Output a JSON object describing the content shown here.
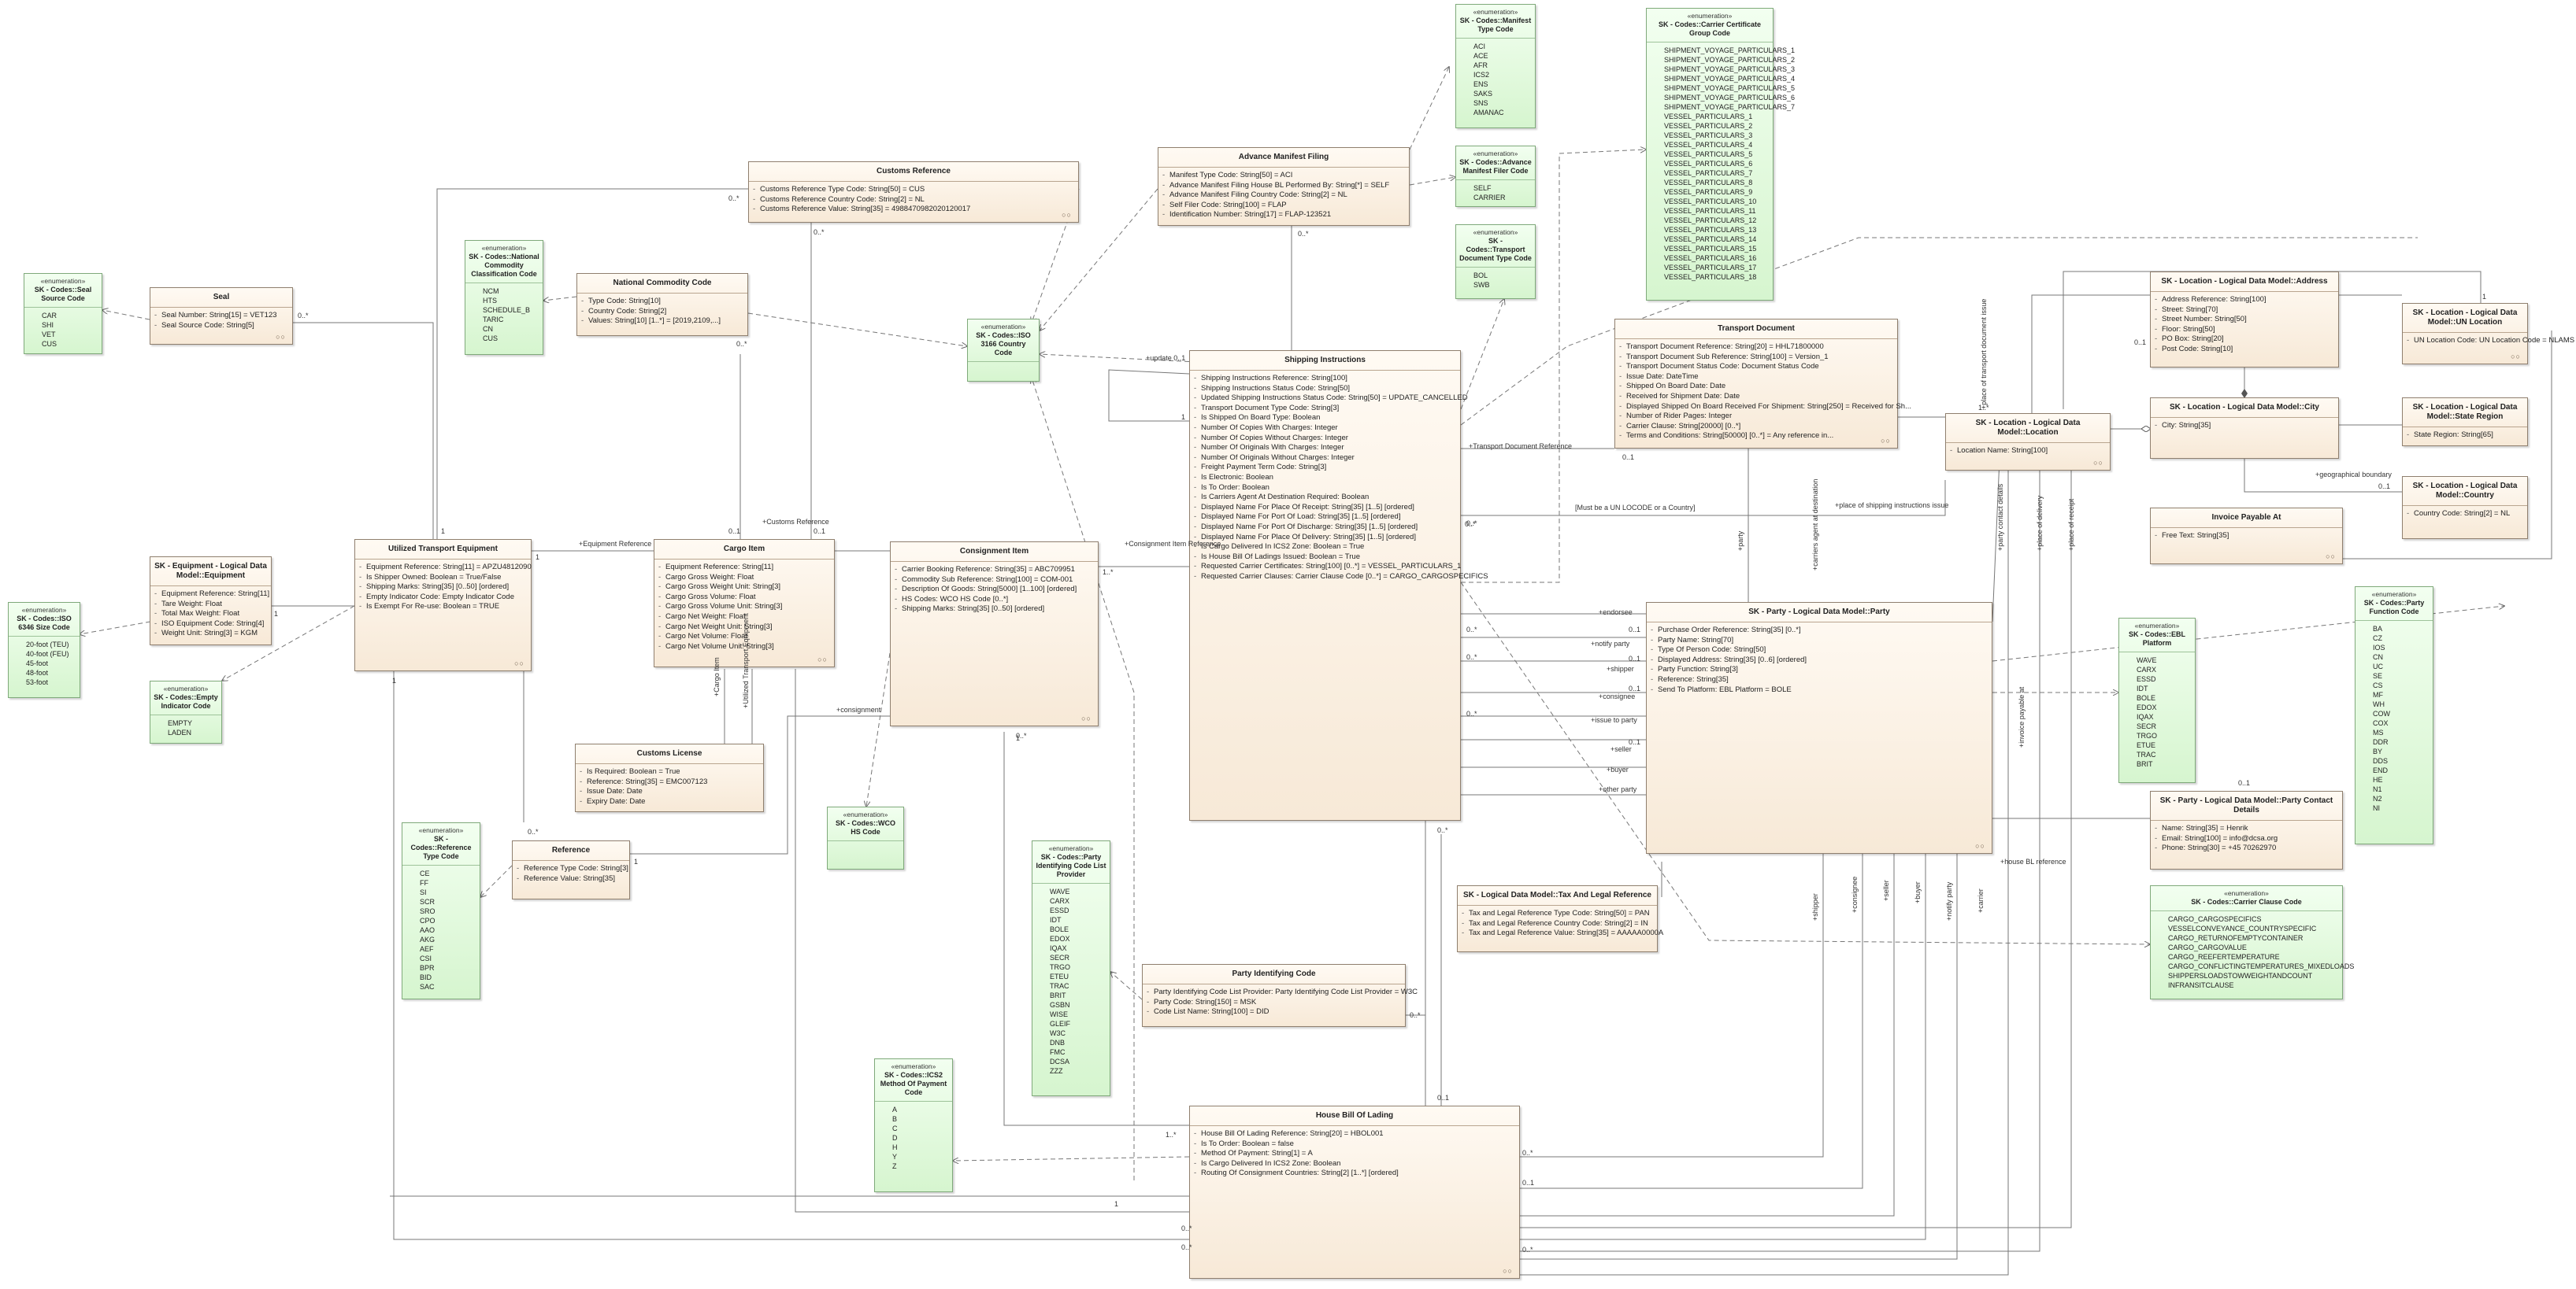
{
  "enumeration_stereotype": "«enumeration»",
  "class_footer": "○○",
  "classes": [
    {
      "id": "seal",
      "title": "Seal",
      "attrs": [
        "Seal Number: String[15] = VET123",
        "Seal Source Code: String[5]"
      ]
    },
    {
      "id": "customs_ref",
      "title": "Customs Reference",
      "attrs": [
        "Customs Reference Type Code: String[50] = CUS",
        "Customs Reference Country Code: String[2] = NL",
        "Customs Reference Value: String[35] = 4988470982020120017"
      ]
    },
    {
      "id": "adv_manifest",
      "title": "Advance Manifest Filing",
      "attrs": [
        "Manifest Type Code: String[50] = ACI",
        "Advance Manifest Filing House BL Performed By: String[*] = SELF",
        "Advance Manifest Filing Country Code: String[2] = NL",
        "Self Filer Code: String[100] = FLAP",
        "Identification Number: String[17] = FLAP-123521"
      ]
    },
    {
      "id": "national_commodity",
      "title": "National Commodity Code",
      "attrs": [
        "Type Code: String[10]",
        "Country Code: String[2]",
        "Values: String[10] [1..*] = [2019,2109,...]"
      ]
    },
    {
      "id": "equipment",
      "title": "SK - Equipment - Logical Data Model::Equipment",
      "attrs": [
        "Equipment Reference: String[11]",
        "Tare Weight: Float",
        "Total Max Weight: Float",
        "ISO Equipment Code: String[4]",
        "Weight Unit: String[3] = KGM"
      ]
    },
    {
      "id": "ute",
      "title": "Utilized Transport Equipment",
      "attrs": [
        "Equipment Reference: String[11] = APZU4812090",
        "Is Shipper Owned: Boolean = True/False",
        "Shipping Marks: String[35] [0..50] [ordered]",
        "Empty Indicator Code: Empty Indicator Code",
        "Is Exempt For Re-use: Boolean = TRUE"
      ]
    },
    {
      "id": "cargo_item",
      "title": "Cargo Item",
      "attrs": [
        "Equipment Reference: String[11]",
        "Cargo Gross Weight: Float",
        "Cargo Gross Weight Unit: String[3]",
        "Cargo Gross Volume: Float",
        "Cargo Gross Volume Unit: String[3]",
        "Cargo Net Weight: Float",
        "Cargo Net Weight Unit: String[3]",
        "Cargo Net Volume: Float",
        "Cargo Net Volume Unit: String[3]"
      ]
    },
    {
      "id": "consignment_item",
      "title": "Consignment Item",
      "attrs": [
        "Carrier Booking Reference: String[35] = ABC709951",
        "Commodity Sub Reference: String[100] = COM-001",
        "Description Of Goods: String[5000] [1..100] [ordered]",
        "HS Codes: WCO HS Code [0..*]",
        "Shipping Marks: String[35] [0..50] [ordered]"
      ]
    },
    {
      "id": "customs_license",
      "title": "Customs License",
      "attrs": [
        "Is Required: Boolean = True",
        "Reference: String[35] = EMC007123",
        "Issue Date: Date",
        "Expiry Date: Date"
      ]
    },
    {
      "id": "reference",
      "title": "Reference",
      "attrs": [
        "Reference Type Code: String[3]",
        "Reference Value: String[35]"
      ]
    },
    {
      "id": "shipping_instructions",
      "title": "Shipping Instructions",
      "attrs": [
        "Shipping Instructions Reference: String[100]",
        "Shipping Instructions Status Code: String[50]",
        "Updated Shipping Instructions Status Code: String[50] = UPDATE_CANCELLED",
        "Transport Document Type Code: String[3]",
        "Is Shipped On Board Type: Boolean",
        "Number Of Copies With Charges: Integer",
        "Number Of Copies Without Charges: Integer",
        "Number Of Originals With Charges: Integer",
        "Number Of Originals Without Charges: Integer",
        "Freight Payment Term Code: String[3]",
        "Is Electronic: Boolean",
        "Is To Order: Boolean",
        "Is Carriers Agent At Destination Required: Boolean",
        "Displayed Name For Place Of Receipt: String[35] [1..5] [ordered]",
        "Displayed Name For Port Of Load: String[35] [1..5] [ordered]",
        "Displayed Name For Port Of Discharge: String[35] [1..5] [ordered]",
        "Displayed Name For Place Of Delivery: String[35] [1..5] [ordered]",
        "Is Cargo Delivered In ICS2 Zone: Boolean = True",
        "Is House Bill Of Ladings Issued: Boolean = True",
        "Requested Carrier Certificates: String[100] [0..*] = VESSEL_PARTICULARS_1",
        "Requested Carrier Clauses: Carrier Clause Code [0..*] = CARGO_CARGOSPECIFICS"
      ]
    },
    {
      "id": "transport_document",
      "title": "Transport Document",
      "attrs": [
        "Transport Document Reference: String[20] = HHL71800000",
        "Transport Document Sub Reference: String[100] = Version_1",
        "Transport Document Status Code: Document Status Code",
        "Issue Date: DateTime",
        "Shipped On Board Date: Date",
        "Received for Shipment Date: Date",
        "Displayed Shipped On Board Received For Shipment: String[250] = Received for Sh...",
        "Number of Rider Pages: Integer",
        "Carrier Clause: String[20000] [0..*]",
        "Terms and Conditions: String[50000] [0..*] = Any reference in..."
      ]
    },
    {
      "id": "location",
      "title": "SK - Location - Logical Data Model::Location",
      "attrs": [
        "Location Name: String[100]"
      ]
    },
    {
      "id": "address",
      "title": "SK - Location - Logical Data Model::Address",
      "attrs": [
        "Address Reference: String[100]",
        "Street: String[70]",
        "Street Number: String[50]",
        "Floor: String[50]",
        "PO Box: String[20]",
        "Post Code: String[10]"
      ]
    },
    {
      "id": "city",
      "title": "SK - Location - Logical Data Model::City",
      "attrs": [
        "City: String[35]"
      ]
    },
    {
      "id": "state_region",
      "title": "SK - Location - Logical Data Model::State Region",
      "attrs": [
        "State Region: String[65]"
      ]
    },
    {
      "id": "country",
      "title": "SK - Location - Logical Data Model::Country",
      "attrs": [
        "Country Code: String[2] = NL"
      ]
    },
    {
      "id": "un_location",
      "title": "SK - Location - Logical Data Model::UN Location",
      "attrs": [
        "UN Location Code: UN Location Code = NLAMS"
      ]
    },
    {
      "id": "invoice_payable",
      "title": "Invoice Payable At",
      "attrs": [
        "Free Text: String[35]"
      ]
    },
    {
      "id": "party",
      "title": "SK - Party - Logical Data Model::Party",
      "attrs": [
        "Purchase Order Reference: String[35] [0..*]",
        "Party Name: String[70]",
        "Type Of Person Code: String[50]",
        "Displayed Address: String[35] [0..6] [ordered]",
        "Party Function: String[3]",
        "Reference: String[35]",
        "Send To Platform: EBL Platform = BOLE"
      ]
    },
    {
      "id": "party_contact",
      "title": "SK - Party - Logical Data Model::Party Contact Details",
      "attrs": [
        "Name: String[35] = Henrik",
        "Email: String[100] = info@dcsa.org",
        "Phone: String[30] = +45 70262970"
      ]
    },
    {
      "id": "tax_legal",
      "title": "SK - Logical Data Model::Tax And Legal Reference",
      "attrs": [
        "Tax and Legal Reference Type Code: String[50] = PAN",
        "Tax and Legal Reference Country Code: String[2] = IN",
        "Tax and Legal Reference Value: String[35] = AAAAA0000A"
      ]
    },
    {
      "id": "party_identifying",
      "title": "Party Identifying Code",
      "attrs": [
        "Party Identifying Code List Provider: Party Identifying Code List Provider = W3C",
        "Party Code: String[150] = MSK",
        "Code List Name: String[100] = DID"
      ]
    },
    {
      "id": "house_bl",
      "title": "House Bill Of Lading",
      "attrs": [
        "House Bill Of Lading Reference: String[20] = HBOL001",
        "Is To Order: Boolean = false",
        "Method Of Payment: String[1] = A",
        "Is Cargo Delivered In ICS2 Zone: Boolean",
        "Routing Of Consignment Countries: String[2] [1..*] [ordered]"
      ]
    }
  ],
  "enums": [
    {
      "id": "seal_source",
      "title": "SK - Codes::Seal Source Code",
      "lits": [
        "CAR",
        "SHI",
        "VET",
        "CUS"
      ]
    },
    {
      "id": "iso6346",
      "title": "SK - Codes::ISO 6346 Size Code",
      "lits": [
        "20-foot (TEU)",
        "40-foot (FEU)",
        "45-foot",
        "48-foot",
        "53-foot"
      ]
    },
    {
      "id": "empty_ind",
      "title": "SK - Codes::Empty Indicator Code",
      "lits": [
        "EMPTY",
        "LADEN"
      ]
    },
    {
      "id": "nat_comm_class",
      "title": "SK - Codes::National Commodity Classification Code",
      "lits": [
        "NCM",
        "HTS",
        "SCHEDULE_B",
        "TARIC",
        "CN",
        "CUS"
      ]
    },
    {
      "id": "iso3166",
      "title": "SK - Codes::ISO 3166 Country Code",
      "lits": []
    },
    {
      "id": "manifest_type",
      "title": "SK - Codes::Manifest Type Code",
      "lits": [
        "ACI",
        "ACE",
        "AFR",
        "ICS2",
        "ENS",
        "SAKS",
        "SNS",
        "AMANAC"
      ]
    },
    {
      "id": "adv_filer",
      "title": "SK - Codes::Advance Manifest Filer Code",
      "lits": [
        "SELF",
        "CARRIER"
      ]
    },
    {
      "id": "td_type",
      "title": "SK - Codes::Transport Document Type Code",
      "lits": [
        "BOL",
        "SWB"
      ]
    },
    {
      "id": "cert_group",
      "title": "SK - Codes::Carrier Certificate Group Code",
      "lits": [
        "SHIPMENT_VOYAGE_PARTICULARS_1",
        "SHIPMENT_VOYAGE_PARTICULARS_2",
        "SHIPMENT_VOYAGE_PARTICULARS_3",
        "SHIPMENT_VOYAGE_PARTICULARS_4",
        "SHIPMENT_VOYAGE_PARTICULARS_5",
        "SHIPMENT_VOYAGE_PARTICULARS_6",
        "SHIPMENT_VOYAGE_PARTICULARS_7",
        "VESSEL_PARTICULARS_1",
        "VESSEL_PARTICULARS_2",
        "VESSEL_PARTICULARS_3",
        "VESSEL_PARTICULARS_4",
        "VESSEL_PARTICULARS_5",
        "VESSEL_PARTICULARS_6",
        "VESSEL_PARTICULARS_7",
        "VESSEL_PARTICULARS_8",
        "VESSEL_PARTICULARS_9",
        "VESSEL_PARTICULARS_10",
        "VESSEL_PARTICULARS_11",
        "VESSEL_PARTICULARS_12",
        "VESSEL_PARTICULARS_13",
        "VESSEL_PARTICULARS_14",
        "VESSEL_PARTICULARS_15",
        "VESSEL_PARTICULARS_16",
        "VESSEL_PARTICULARS_17",
        "VESSEL_PARTICULARS_18"
      ]
    },
    {
      "id": "wco_hs",
      "title": "SK - Codes::WCO HS Code",
      "lits": []
    },
    {
      "id": "ref_type",
      "title": "SK - Codes::Reference Type Code",
      "lits": [
        "CE",
        "FF",
        "SI",
        "SCR",
        "SRO",
        "CPO",
        "AAO",
        "AKG",
        "AEF",
        "CSI",
        "BPR",
        "BID",
        "SAC"
      ]
    },
    {
      "id": "party_id_provider",
      "title": "SK - Codes::Party Identifying Code List Provider",
      "lits": [
        "WAVE",
        "CARX",
        "ESSD",
        "IDT",
        "BOLE",
        "EDOX",
        "IQAX",
        "SECR",
        "TRGO",
        "ETEU",
        "TRAC",
        "BRIT",
        "GSBN",
        "WISE",
        "GLEIF",
        "W3C",
        "DNB",
        "FMC",
        "DCSA",
        "ZZZ"
      ]
    },
    {
      "id": "ics2_payment",
      "title": "SK - Codes::ICS2 Method Of Payment Code",
      "lits": [
        "A",
        "B",
        "C",
        "D",
        "H",
        "Y",
        "Z"
      ]
    },
    {
      "id": "ebl_platform",
      "title": "SK - Codes::EBL Platform",
      "lits": [
        "WAVE",
        "CARX",
        "ESSD",
        "IDT",
        "BOLE",
        "EDOX",
        "IQAX",
        "SECR",
        "TRGO",
        "ETUE",
        "TRAC",
        "BRIT"
      ]
    },
    {
      "id": "party_function",
      "title": "SK - Codes::Party Function Code",
      "lits": [
        "BA",
        "CZ",
        "IOS",
        "CN",
        "UC",
        "SE",
        "CS",
        "MF",
        "WH",
        "COW",
        "COX",
        "MS",
        "DDR",
        "BY",
        "DDS",
        "END",
        "HE",
        "N1",
        "N2",
        "NI"
      ]
    },
    {
      "id": "clause_code",
      "title": "SK - Codes::Carrier Clause Code",
      "lits": [
        "CARGO_CARGOSPECIFICS",
        "VESSELCONVEYANCE_COUNTRYSPECIFIC",
        "CARGO_RETURNOFEMPTYCONTAINER",
        "CARGO_CARGOVALUE",
        "CARGO_REEFERTEMPERATURE",
        "CARGO_CONFLICTINGTEMPERATURES_MIXEDLOADS",
        "SHIPPERSLOADSTOWWEIGHTANDCOUNT",
        "INFRANSITCLAUSE"
      ]
    }
  ],
  "labels": [
    {
      "id": "l1",
      "text": "0..*"
    },
    {
      "id": "l2",
      "text": "0..*"
    },
    {
      "id": "l3",
      "text": "0..*"
    },
    {
      "id": "l4",
      "text": "0..*"
    },
    {
      "id": "l5",
      "text": "1"
    },
    {
      "id": "l6",
      "text": "0..1"
    },
    {
      "id": "l7",
      "text": "+Customs Reference"
    },
    {
      "id": "l8",
      "text": "0..1"
    },
    {
      "id": "l9",
      "text": "+Equipment Reference"
    },
    {
      "id": "l10",
      "text": "1"
    },
    {
      "id": "l11",
      "text": "1"
    },
    {
      "id": "l12",
      "text": "+Consignment Item Reference"
    },
    {
      "id": "l13",
      "text": "1..*"
    },
    {
      "id": "l14",
      "text": "+update 0..1"
    },
    {
      "id": "l15",
      "text": "1"
    },
    {
      "id": "l16",
      "text": "0..*"
    },
    {
      "id": "l17",
      "text": "+Transport Document Reference"
    },
    {
      "id": "l18",
      "text": "0..1"
    },
    {
      "id": "l19",
      "text": "[Must be a UN LOCODE or a Country]"
    },
    {
      "id": "l20",
      "text": "+place of shipping instructions issue"
    },
    {
      "id": "l21",
      "text": "0..*"
    },
    {
      "id": "l22",
      "text": "+endorsee"
    },
    {
      "id": "l23",
      "text": "+notify party"
    },
    {
      "id": "l24",
      "text": "+shipper"
    },
    {
      "id": "l25",
      "text": "+consignee"
    },
    {
      "id": "l26",
      "text": "+issue to party"
    },
    {
      "id": "l27",
      "text": "+seller"
    },
    {
      "id": "l28",
      "text": "+buyer"
    },
    {
      "id": "l29",
      "text": "+other party"
    },
    {
      "id": "l30",
      "text": "0..1"
    },
    {
      "id": "l31",
      "text": "0..*"
    },
    {
      "id": "l32",
      "text": "0..*"
    },
    {
      "id": "l33",
      "text": "0..*"
    },
    {
      "id": "l34",
      "text": "0..1"
    },
    {
      "id": "l35",
      "text": "0..1"
    },
    {
      "id": "l36",
      "text": "0..1"
    },
    {
      "id": "l37",
      "text": "0..*"
    },
    {
      "id": "l38",
      "text": "+consignment"
    },
    {
      "id": "l39",
      "text": "0..*"
    },
    {
      "id": "l40",
      "text": "+geographical boundary"
    },
    {
      "id": "l41",
      "text": "0..1"
    },
    {
      "id": "l42",
      "text": "0..1"
    },
    {
      "id": "l43",
      "text": "1"
    },
    {
      "id": "l44",
      "text": "1..*"
    },
    {
      "id": "l45",
      "text": "0..1"
    },
    {
      "id": "l46",
      "text": "+house BL reference"
    },
    {
      "id": "l47",
      "text": "1"
    },
    {
      "id": "l48",
      "text": "0..*"
    },
    {
      "id": "l49",
      "text": "1"
    },
    {
      "id": "l50",
      "text": "0..*"
    },
    {
      "id": "l51",
      "text": "1"
    },
    {
      "id": "l52",
      "text": "0..*"
    },
    {
      "id": "l53",
      "text": "0..1"
    },
    {
      "id": "l54",
      "text": "1..*"
    },
    {
      "id": "l55",
      "text": "0..*"
    },
    {
      "id": "l56",
      "text": "0..*"
    },
    {
      "id": "l57",
      "text": "1"
    },
    {
      "id": "l58",
      "text": "0..*"
    },
    {
      "id": "l59",
      "text": "0..1"
    },
    {
      "id": "l60",
      "text": "0..*"
    }
  ],
  "vlabels": [
    {
      "id": "v1",
      "text": "+place of transport document issue"
    },
    {
      "id": "v2",
      "text": "+party contact details"
    },
    {
      "id": "v3",
      "text": "+place of delivery"
    },
    {
      "id": "v4",
      "text": "+place of receipt"
    },
    {
      "id": "v5",
      "text": "+invoice payable at"
    },
    {
      "id": "v6",
      "text": "+party"
    },
    {
      "id": "v7",
      "text": "+carriers agent at destination"
    },
    {
      "id": "v8",
      "text": "+shipper"
    },
    {
      "id": "v9",
      "text": "+consignee"
    },
    {
      "id": "v10",
      "text": "+seller"
    },
    {
      "id": "v11",
      "text": "+buyer"
    },
    {
      "id": "v12",
      "text": "+notify party"
    },
    {
      "id": "v13",
      "text": "+carrier"
    },
    {
      "id": "v14",
      "text": "+Cargo Item"
    },
    {
      "id": "v15",
      "text": "+Utilized Transport Equipment"
    }
  ]
}
